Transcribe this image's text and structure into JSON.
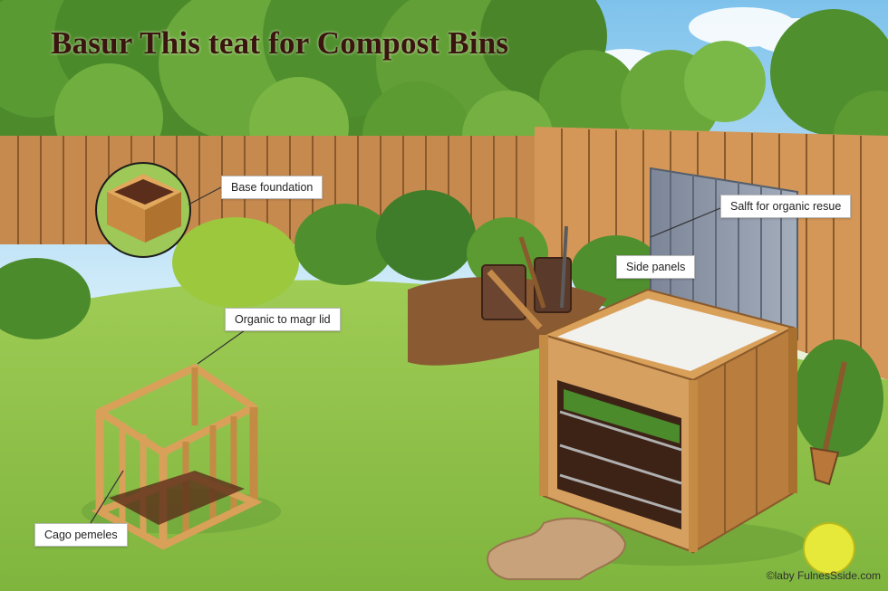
{
  "title": "Basur This teat for Compost Bins",
  "labels": {
    "base_foundation": "Base foundation",
    "organic_lid": "Organic to magr lid",
    "side_panels": "Side panels",
    "organic_resue": "Salft for organic resue",
    "cago_pemeles": "Cago pemeles"
  },
  "watermark": "©laby FulnesSside.com",
  "colors": {
    "sky": "#a9d8f2",
    "foliage_dark": "#3f7d2a",
    "foliage_light": "#86b83a",
    "fence": "#c78a4e",
    "lawn": "#8cc24a",
    "wood": "#d9a05a",
    "wood_dark": "#a8702f",
    "lid": "#8d97a8",
    "title_text": "#3a140f"
  }
}
